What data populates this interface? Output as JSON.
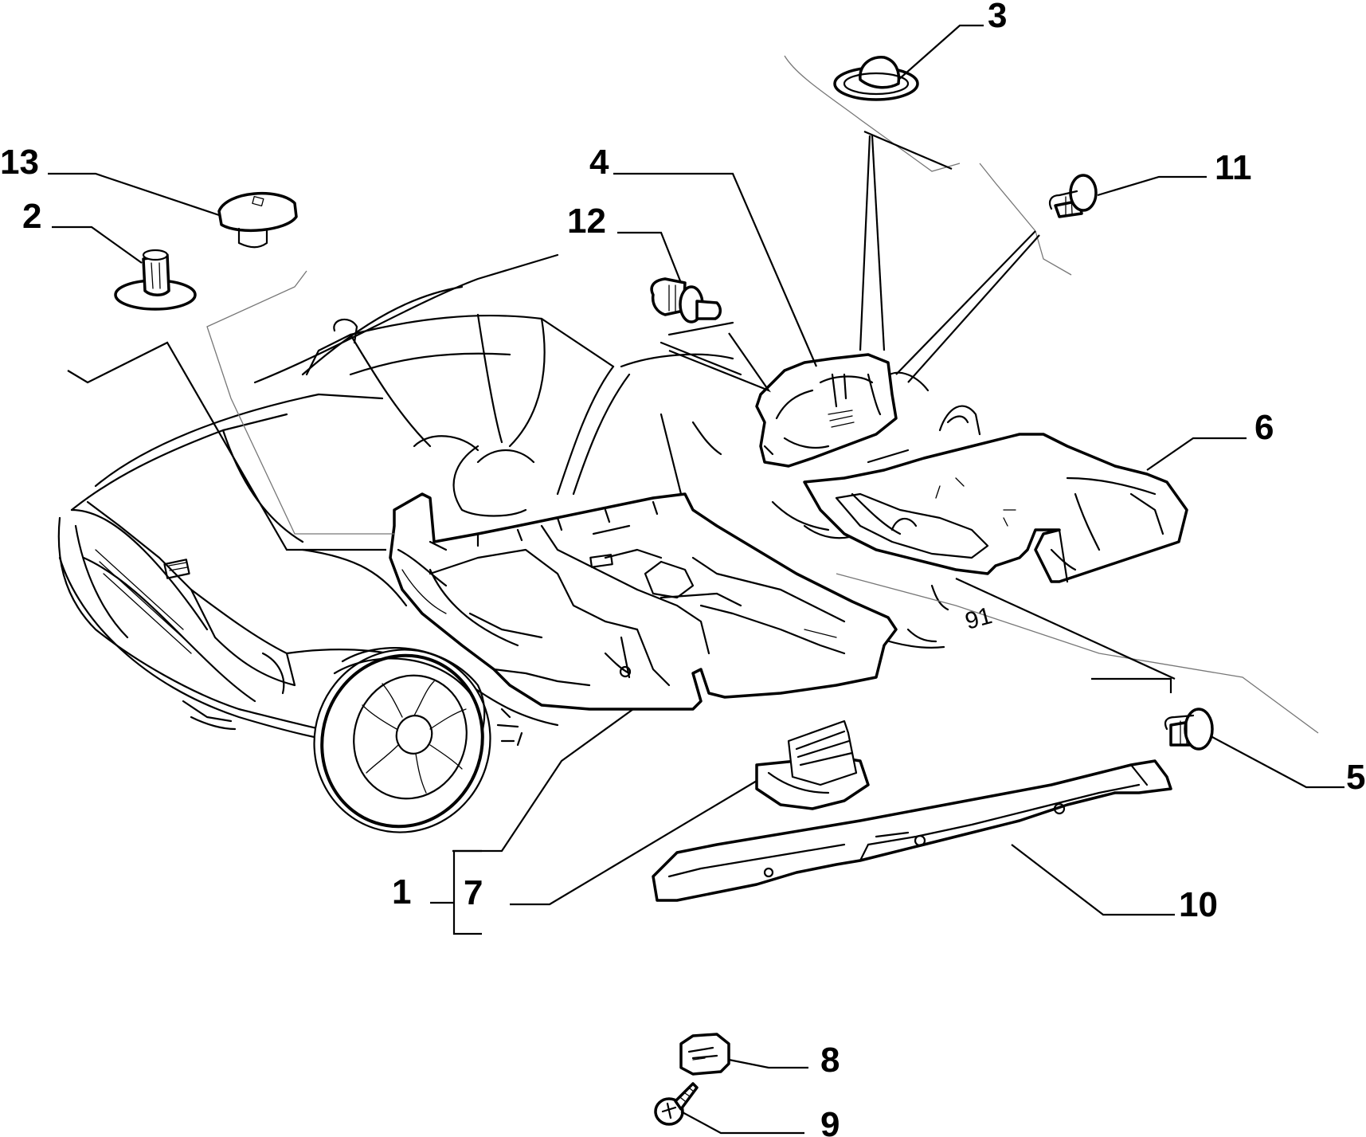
{
  "diagram": {
    "callouts": [
      {
        "id": "1",
        "text": "1"
      },
      {
        "id": "2",
        "text": "2"
      },
      {
        "id": "3",
        "text": "3"
      },
      {
        "id": "4",
        "text": "4"
      },
      {
        "id": "5",
        "text": "5"
      },
      {
        "id": "6",
        "text": "6"
      },
      {
        "id": "7",
        "text": "7"
      },
      {
        "id": "8",
        "text": "8"
      },
      {
        "id": "9",
        "text": "9"
      },
      {
        "id": "10",
        "text": "10"
      },
      {
        "id": "11",
        "text": "11"
      },
      {
        "id": "12",
        "text": "12"
      },
      {
        "id": "13",
        "text": "13"
      }
    ],
    "car_detail_text": "91"
  }
}
